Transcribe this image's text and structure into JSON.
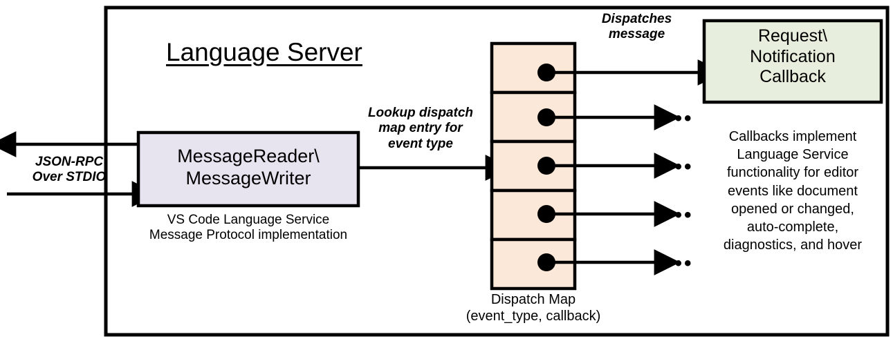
{
  "diagram": {
    "title": "Language Server",
    "colors": {
      "border": "#000000",
      "background": "#ffffff",
      "message_box_fill": "#e8e4ef",
      "dispatch_map_fill": "#fce8d9",
      "callback_box_fill": "#e8eedd"
    },
    "transport": {
      "label": "JSON-RPC\nOver STDIO",
      "outbound_arrow": "arrow-left-out",
      "inbound_arrow": "arrow-right-in"
    },
    "message_box": {
      "title": "MessageReader\\\nMessageWriter",
      "caption": "VS Code Language Service\nMessage Protocol implementation"
    },
    "lookup_edge": {
      "label": "Lookup dispatch\nmap entry for\nevent type"
    },
    "dispatch_map": {
      "caption": "Dispatch Map\n(event_type, callback)",
      "row_count": 5,
      "rows": [
        {
          "marker": "callback-dot",
          "edge_label": "Dispatches\nmessage",
          "target": "callback-box"
        },
        {
          "marker": "callback-dot",
          "edge_label": "",
          "target": "ellipsis"
        },
        {
          "marker": "callback-dot",
          "edge_label": "",
          "target": "ellipsis"
        },
        {
          "marker": "callback-dot",
          "edge_label": "",
          "target": "ellipsis"
        },
        {
          "marker": "callback-dot",
          "edge_label": "",
          "target": "ellipsis"
        }
      ],
      "ellipsis": "•••"
    },
    "callback_box": {
      "title": "Request\\\nNotification\nCallback",
      "description": "Callbacks implement\nLanguage Service\nfunctionality for editor\nevents like document\nopened or changed,\nauto-complete,\ndiagnostics, and hover"
    }
  }
}
